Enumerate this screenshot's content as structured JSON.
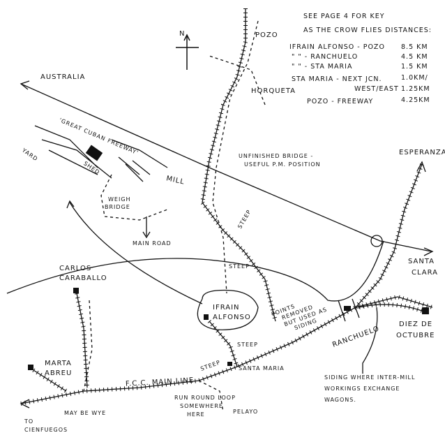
{
  "key": {
    "see_key": "SEE PAGE 4 FOR KEY",
    "distances_title": "AS THE CROW FLIES DISTANCES:",
    "rows": [
      {
        "from": "IFRAIN ALFONSO - POZO",
        "value": "8.5 KM"
      },
      {
        "from": "\"        \"  - RANCHUELO",
        "value": "4.5 KM"
      },
      {
        "from": "\"        \"  - STA MARIA",
        "value": "1.5 KM"
      },
      {
        "from": "STA MARIA - NEXT JCN.",
        "value": "1.0KM/"
      },
      {
        "from": "WEST/EAST",
        "value": "1.25KM"
      },
      {
        "from": "POZO - FREEWAY",
        "value": "4.25KM"
      }
    ]
  },
  "labels": {
    "north": "N",
    "pozo": "POZO",
    "horqueta": "HORQUETA",
    "australia": "AUSTRALIA",
    "freeway": "'GREAT CUBAN FREEWAY'",
    "yard": "YARD",
    "shed": "SHED",
    "mill": "MILL",
    "weigh_bridge_1": "WEIGH",
    "weigh_bridge_2": "BRIDGE",
    "main_road": "MAIN ROAD",
    "bridge_1": "UNFINISHED BRIDGE -",
    "bridge_2": "USEFUL P.M. POSITION",
    "esperanza": "ESPERANZA",
    "santa_clara_1": "SANTA",
    "santa_clara_2": "CLARA",
    "steep": "STEEP",
    "ifrain_1": "IFRAIN",
    "ifrain_2": "ALFONSO",
    "carlos_1": "CARLOS",
    "carlos_2": "CARABALLO",
    "points_1": "POINTS",
    "points_2": "REMOVED",
    "points_3": "BUT USED AS",
    "points_4": "SIDING",
    "ranchuelo": "RANCHUELO",
    "diez_1": "DIEZ DE",
    "diez_2": "OCTUBRE",
    "santa_maria": "SANTA MARIA",
    "marta_1": "MARTA",
    "marta_2": "ABREU",
    "main_line": "F.C.C. MAIN LINE",
    "wye": "MAY BE WYE",
    "to_cienfuegos_1": "TO",
    "to_cienfuegos_2": "CIENFUEGOS",
    "runround_1": "RUN ROUND LOOP",
    "runround_2": "SOMEWHERE",
    "runround_3": "HERE",
    "pelayo": "PELAYO",
    "siding_1": "SIDING WHERE INTER-MILL",
    "siding_2": "WORKINGS EXCHANGE",
    "siding_3": "WAGONS."
  }
}
